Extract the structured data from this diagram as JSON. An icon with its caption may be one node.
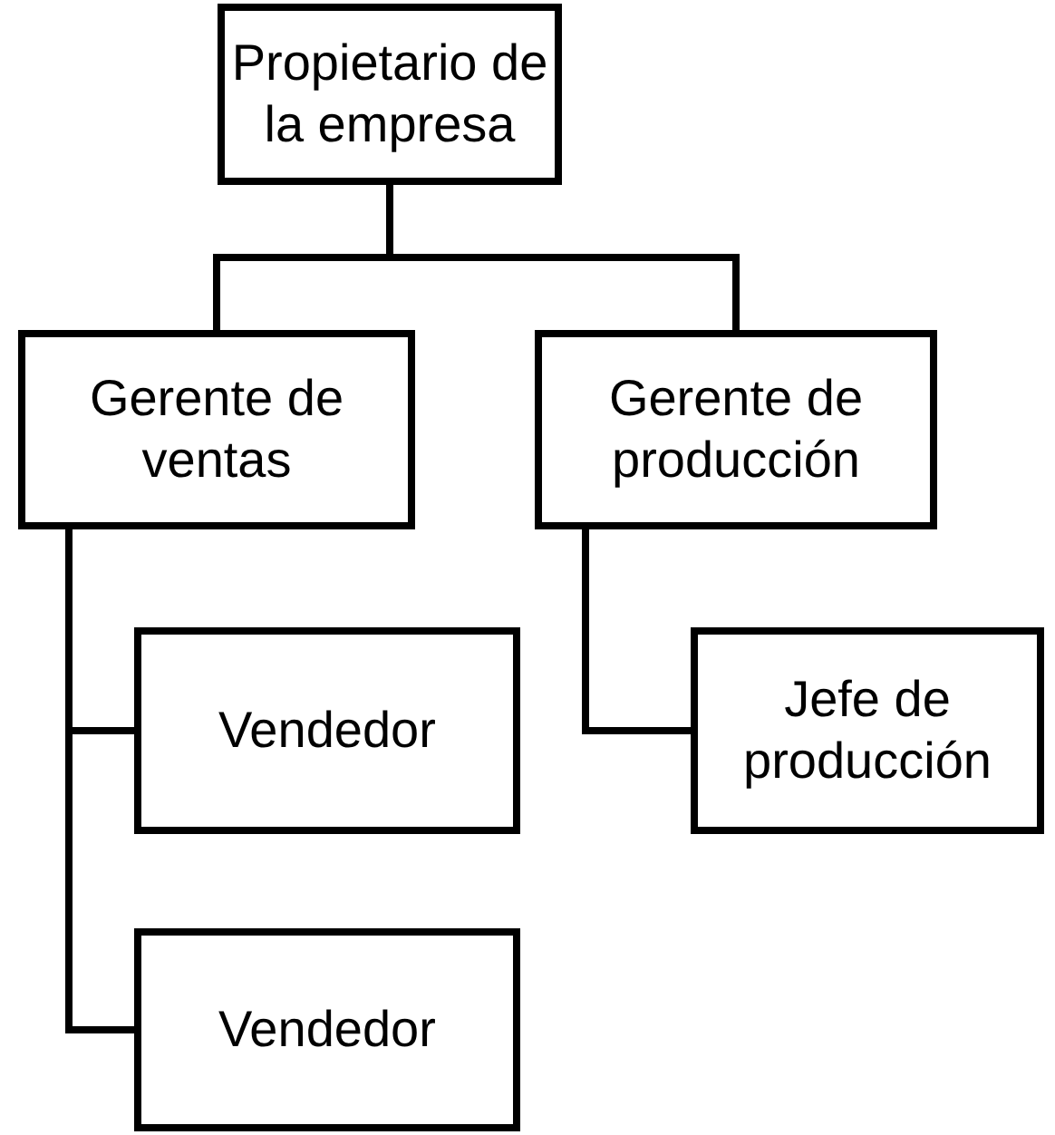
{
  "diagram": {
    "nodes": [
      {
        "text": [
          "Propietario de la empresa"
        ]
      },
      {
        "text": [
          "Gerente de ventas"
        ]
      },
      {
        "text": [
          "Gerente de producción"
        ]
      },
      {
        "text": [
          "Vendedor"
        ]
      },
      {
        "text": [
          "Vendedor"
        ]
      },
      {
        "text": [
          "Jefe de producción"
        ]
      }
    ],
    "edges": [
      {
        "from": 0,
        "to": 1,
        "arrow": "none"
      },
      {
        "from": 0,
        "to": 2,
        "arrow": "none"
      },
      {
        "from": 1,
        "to": 3,
        "arrow": "none"
      },
      {
        "from": 1,
        "to": 4,
        "arrow": "none"
      },
      {
        "from": 2,
        "to": 5,
        "arrow": "none"
      }
    ]
  }
}
